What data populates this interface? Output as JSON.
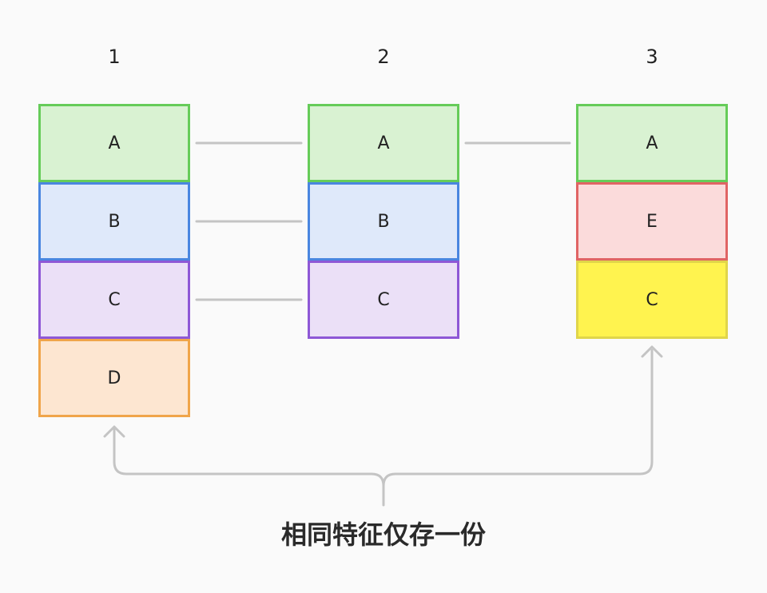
{
  "columns": [
    {
      "title": "1",
      "blocks": [
        "A",
        "B",
        "C",
        "D"
      ]
    },
    {
      "title": "2",
      "blocks": [
        "A",
        "B",
        "C"
      ]
    },
    {
      "title": "3",
      "blocks": [
        "A",
        "E",
        "C"
      ]
    }
  ],
  "caption": "相同特征仅存一份",
  "colors": {
    "green": "#66cc59",
    "blue": "#4a86e0",
    "purple": "#8e58d6",
    "orange": "#f0a54a",
    "red": "#e06464",
    "yellow": "#fff34f",
    "connector": "#c4c4c4"
  }
}
